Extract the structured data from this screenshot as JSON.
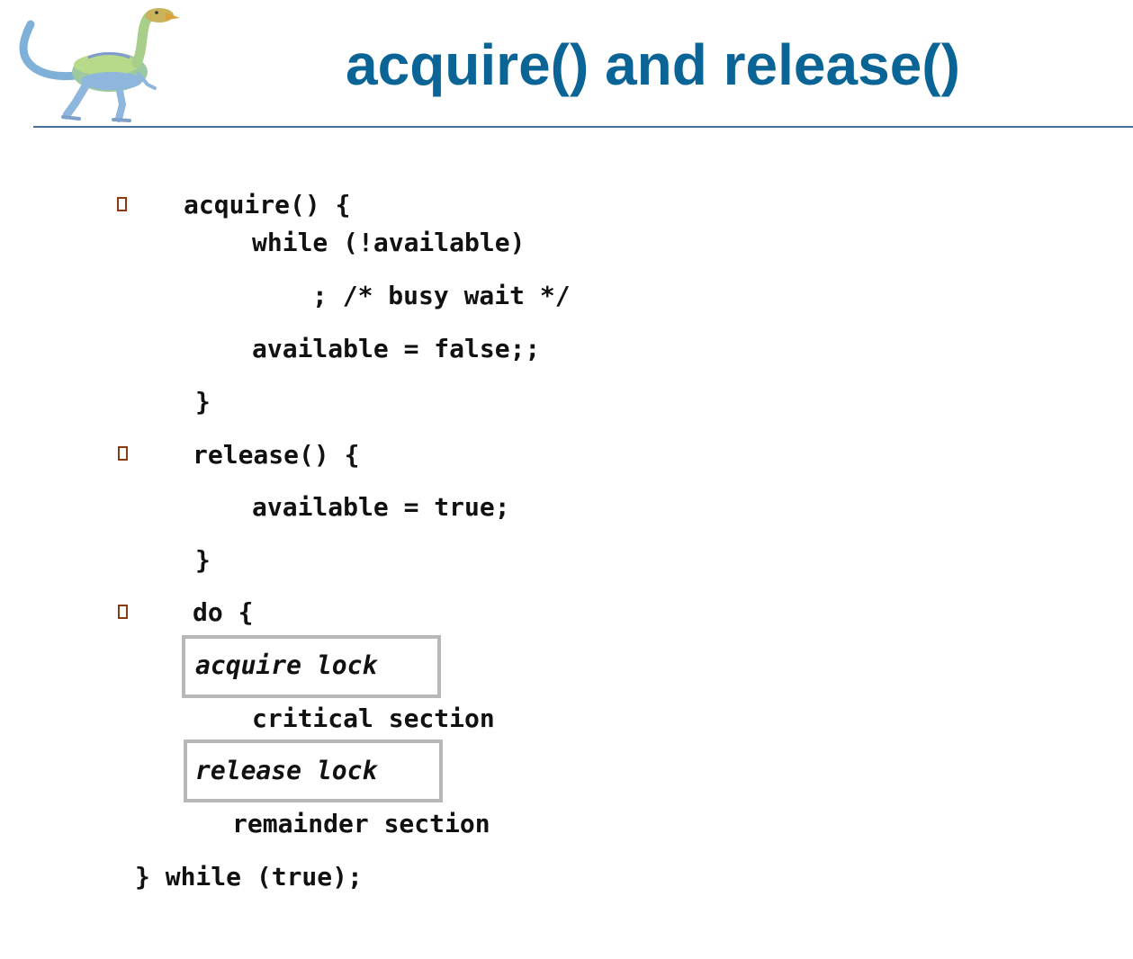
{
  "slide": {
    "title": "acquire() and release()"
  },
  "code": {
    "acquire_sig": "acquire() {",
    "while_line": "while (!available)",
    "busy_wait": "; /* busy wait */",
    "avail_false": "available = false;;",
    "close_brace_1": "}",
    "release_sig": "release() {",
    "avail_true": "available = true;",
    "close_brace_2": "}",
    "do_line": "do {",
    "acquire_lock": "acquire lock",
    "critical": "critical section",
    "release_lock": "release lock",
    "remainder": "remainder section",
    "while_true": "} while (true);"
  },
  "colors": {
    "title": "#0a6496",
    "rule": "#4a6e9c",
    "bullet": "#8b3a14",
    "lockbox_border": "#b8b8b8"
  }
}
